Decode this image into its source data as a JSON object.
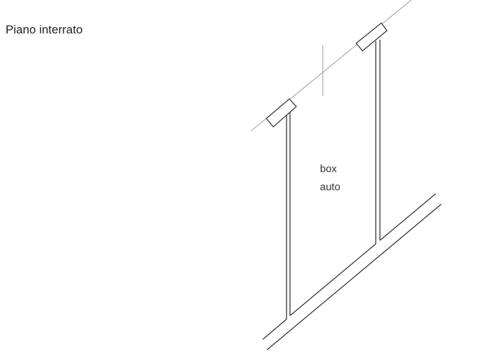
{
  "plan": {
    "title": "Piano interrato",
    "room": {
      "line1": "box",
      "line2": "auto"
    }
  }
}
